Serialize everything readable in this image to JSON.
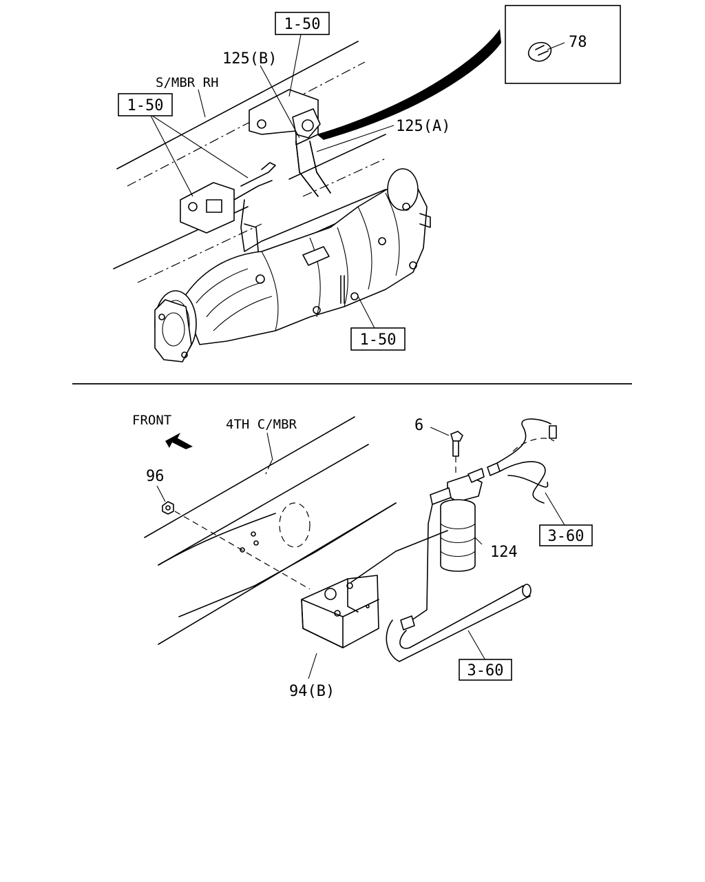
{
  "upper_view": {
    "callouts": {
      "ref_top": "1-50",
      "ref_left": "1-50",
      "ref_bottom": "1-50",
      "hose_b": "125(B)",
      "hose_a": "125(A)",
      "side_member": "S/MBR RH"
    },
    "inset": {
      "clip": "78"
    }
  },
  "lower_view": {
    "front_label": "FRONT",
    "cross_member": "4TH C/MBR",
    "callouts": {
      "bolt": "6",
      "nut": "96",
      "valve": "124",
      "bracket": "94(B)",
      "ref_hose_upper": "3-60",
      "ref_hose_lower": "3-60"
    }
  }
}
